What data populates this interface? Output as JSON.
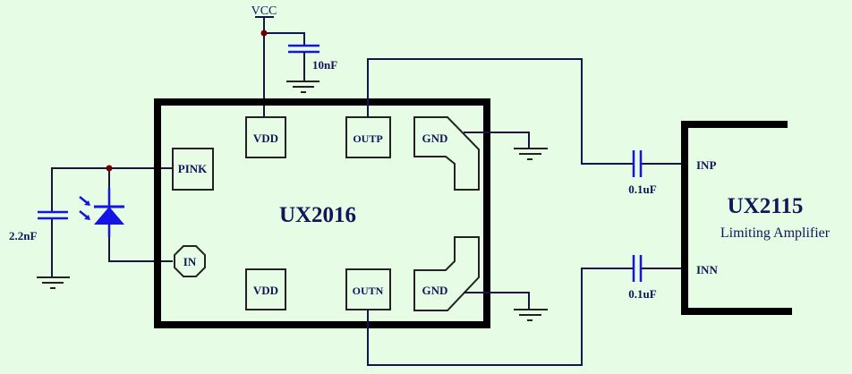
{
  "power": {
    "vcc_label": "VCC",
    "decoupling_cap": "10nF"
  },
  "photodiode_circuit": {
    "filter_cap": "2.2nF"
  },
  "tia": {
    "name": "UX2016",
    "pins": {
      "vdd_top": "VDD",
      "vdd_bottom": "VDD",
      "outp": "OUTP",
      "outn": "OUTN",
      "gnd_top": "GND",
      "gnd_bottom": "GND",
      "pink": "PINK",
      "in": "IN"
    }
  },
  "coupling": {
    "cap_p": "0.1uF",
    "cap_n": "0.1uF"
  },
  "amplifier": {
    "name": "UX2115",
    "description": "Limiting Amplifier",
    "inp": "INP",
    "inn": "INN"
  },
  "colors": {
    "background": "#e6fce4",
    "component_blue": "#1414e6",
    "junction": "#700000",
    "text": "#14145a"
  }
}
